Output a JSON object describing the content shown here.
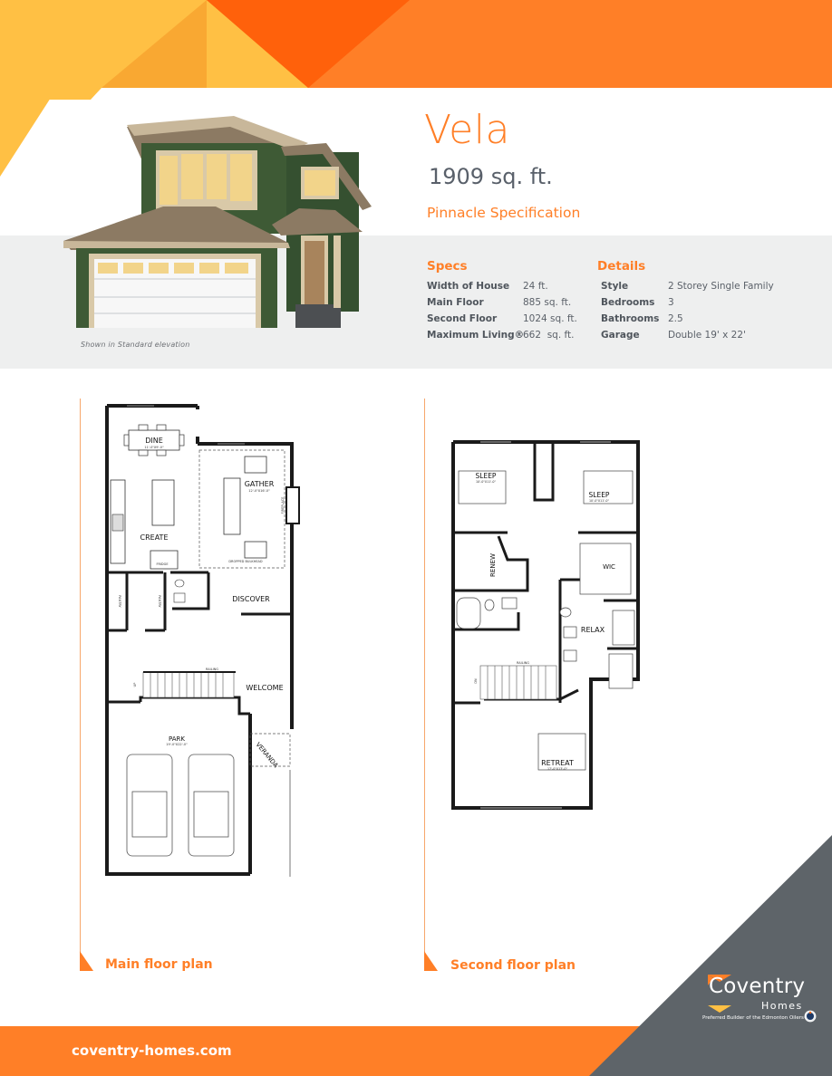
{
  "header": {
    "model_name": "Vela",
    "square_footage": "1909 sq. ft.",
    "specification_level": "Pinnacle Specification"
  },
  "elevation": {
    "caption": "Shown in Standard elevation"
  },
  "specs": {
    "title": "Specs",
    "rows": [
      {
        "label": "Width of House",
        "value": "24 ft."
      },
      {
        "label": "Main Floor",
        "value": "885 sq. ft."
      },
      {
        "label": "Second Floor",
        "value": "1024 sq. ft."
      },
      {
        "label": "Maximum Living®",
        "value": "662  sq. ft."
      }
    ]
  },
  "details": {
    "title": "Details",
    "rows": [
      {
        "label": "Style",
        "value": "2 Storey Single Family"
      },
      {
        "label": "Bedrooms",
        "value": "3"
      },
      {
        "label": "Bathrooms",
        "value": "2.5"
      },
      {
        "label": "Garage",
        "value": "Double 19' x 22'"
      }
    ]
  },
  "main_floor": {
    "label": "Main floor plan",
    "rooms": {
      "dine": "DINE",
      "dine_dim": "11'-0\"X9'-0\"",
      "gather": "GATHER",
      "gather_dim": "12'-0\"X16'-0\"",
      "create": "CREATE",
      "discover": "DISCOVER",
      "welcome": "WELCOME",
      "park": "PARK",
      "park_dim": "19'-0\"X22'-0\"",
      "veranda": "VERANDA",
      "pantry": "PANTRY",
      "fridge": "FRIDGE",
      "fireplace": "FIREPLACE",
      "dropped_bulkhead": "DROPPED BULKHEAD",
      "railing": "RAILING",
      "up": "UP"
    }
  },
  "second_floor": {
    "label": "Second floor plan",
    "rooms": {
      "sleep_1": "SLEEP",
      "sleep_1_dim": "10'-0\"X11'-0\"",
      "sleep_2": "SLEEP",
      "sleep_2_dim": "10'-0\"X11'-0\"",
      "renew": "RENEW",
      "wic": "WIC",
      "relax": "RELAX",
      "retreat": "RETREAT",
      "retreat_dim": "17'-0\"X13'-0\"",
      "railing": "RAILING",
      "dn": "DN"
    }
  },
  "footer": {
    "url": "coventry-homes.com"
  },
  "brand": {
    "name": "Coventry",
    "sub": "Homes",
    "tagline": "Preferred Builder of the Edmonton Oilers®",
    "colors": {
      "orange": "#ff7f27",
      "dark_orange": "#ff610b",
      "yellow": "#ffc044",
      "amber": "#f9a832",
      "slate": "#5e6469",
      "grey_band": "#eeefef"
    }
  }
}
